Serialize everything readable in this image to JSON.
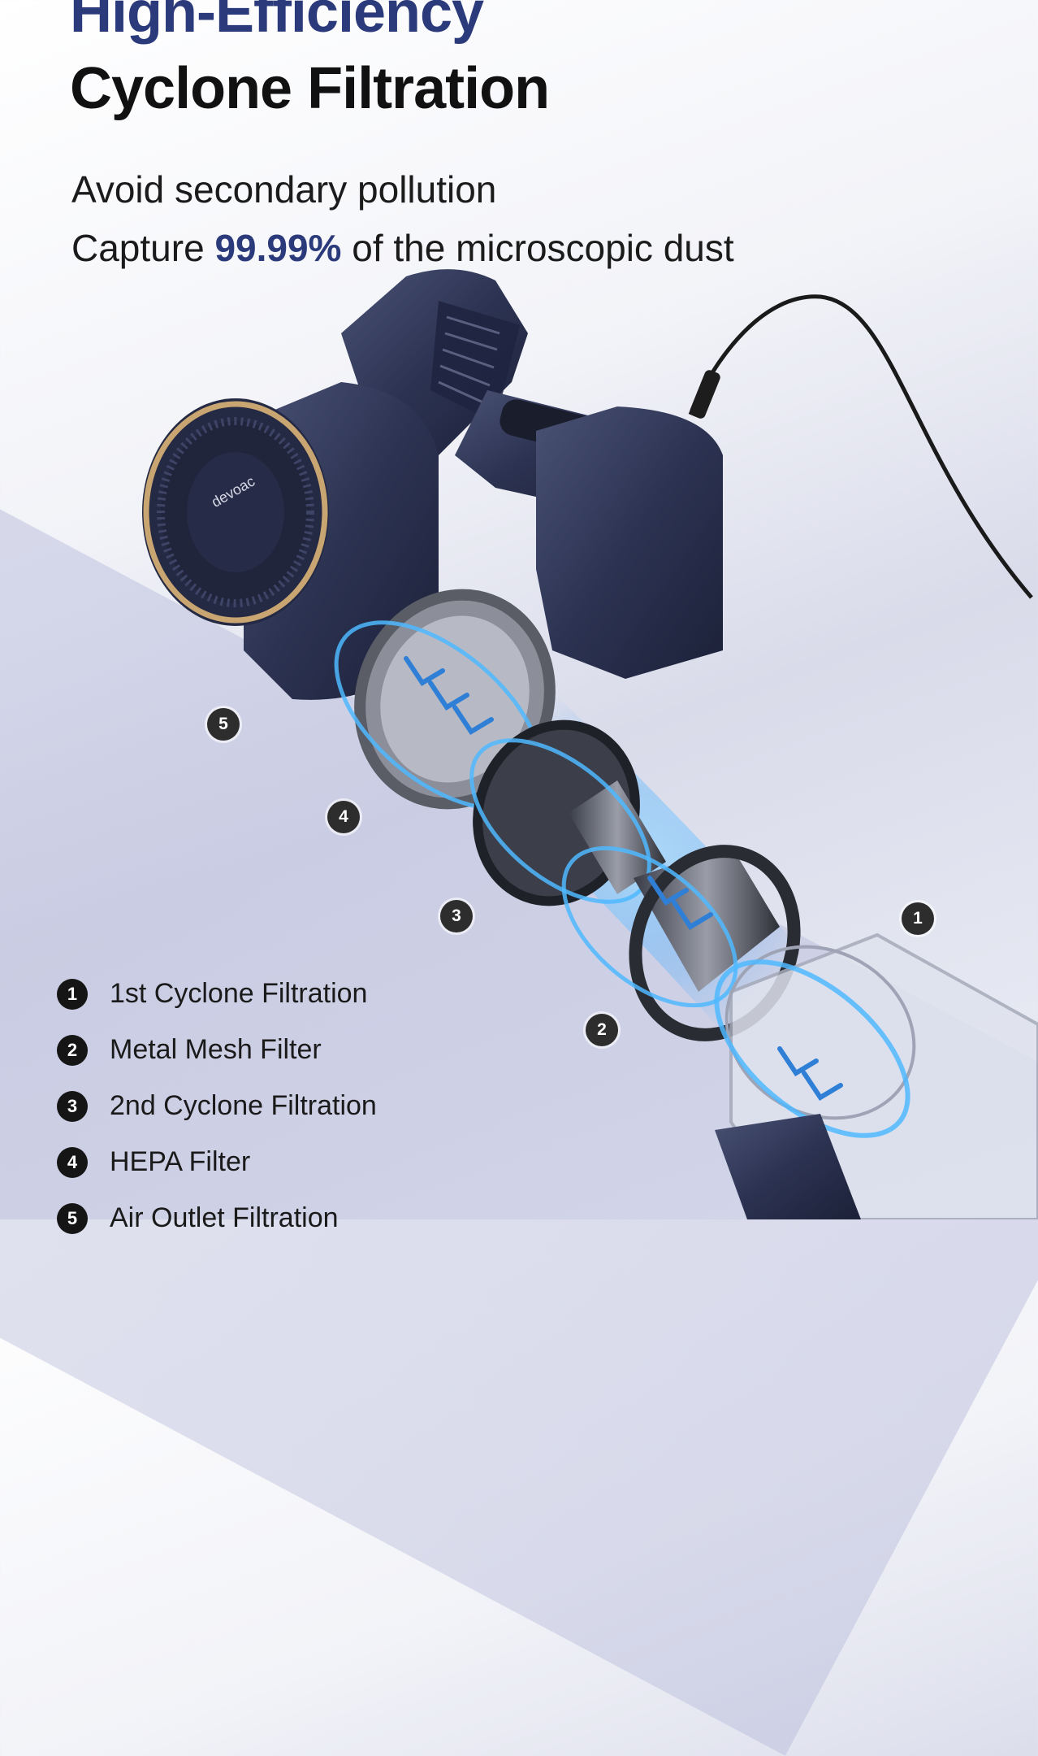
{
  "headline": {
    "line1": "High-Efficiency",
    "line2": "Cyclone Filtration"
  },
  "subheading": {
    "line1": "Avoid secondary pollution",
    "line2_prefix": "Capture ",
    "line2_highlight": "99.99%",
    "line2_suffix": " of the microscopic dust"
  },
  "product": {
    "brand_logo": "devoac"
  },
  "callouts": [
    "5",
    "4",
    "3",
    "1",
    "2"
  ],
  "legend": [
    {
      "number": "1",
      "label": "1st Cyclone Filtration"
    },
    {
      "number": "2",
      "label": "Metal Mesh Filter"
    },
    {
      "number": "3",
      "label": "2nd Cyclone Filtration"
    },
    {
      "number": "4",
      "label": "HEPA Filter"
    },
    {
      "number": "5",
      "label": "Air Outlet Filtration"
    }
  ],
  "colors": {
    "accent": "#2b3a7a",
    "body_dark": "#2c3352",
    "gold_ring": "#c9a572",
    "airflow": "#3fa9ff"
  }
}
